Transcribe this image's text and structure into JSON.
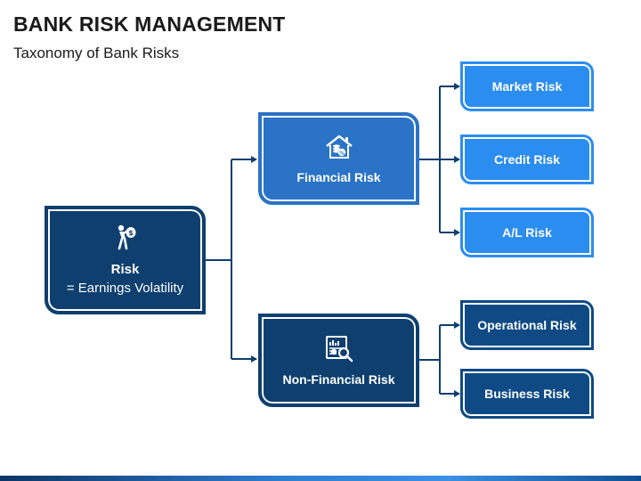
{
  "header": {
    "title": "BANK RISK MANAGEMENT",
    "subtitle": "Taxonomy of Bank Risks"
  },
  "root": {
    "label": "Risk",
    "sublabel": "= Earnings Volatility",
    "icon": "person-money-bag-icon"
  },
  "financial": {
    "label": "Financial Risk",
    "icon": "house-coins-icon",
    "children": [
      "Market Risk",
      "Credit Risk",
      "A/L Risk"
    ]
  },
  "non_financial": {
    "label": "Non-Financial Risk",
    "icon": "report-magnifier-icon",
    "children": [
      "Operational Risk",
      "Business Risk"
    ]
  },
  "colors": {
    "dark_blue": "#0e3f6f",
    "mid_blue": "#2a73c6",
    "light_blue": "#2c8df0",
    "connector": "#0e3f6f"
  }
}
